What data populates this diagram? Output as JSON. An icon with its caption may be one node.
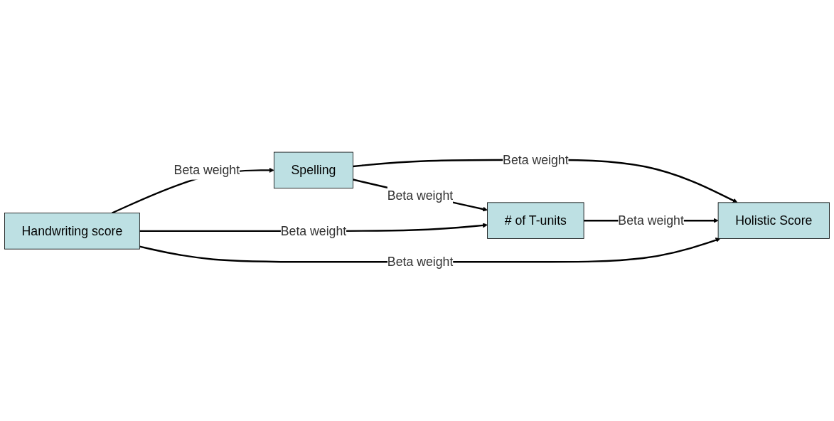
{
  "diagram": {
    "nodes": [
      {
        "text": [
          "Spelling"
        ]
      },
      {
        "text": [
          "# of T-units"
        ]
      },
      {
        "text": [
          "Holistic Score"
        ]
      },
      {
        "text": [
          "Handwriting score"
        ]
      }
    ],
    "edges": [
      {
        "from": 3,
        "to": 0,
        "arrow": "to",
        "label": "Beta weight"
      },
      {
        "from": 0,
        "to": 2,
        "arrow": "to",
        "label": "Beta weight"
      },
      {
        "from": 0,
        "to": 1,
        "arrow": "to",
        "label": "Beta weight"
      },
      {
        "from": 1,
        "to": 2,
        "arrow": "to",
        "label": "Beta weight"
      },
      {
        "from": 3,
        "to": 1,
        "arrow": "to",
        "label": "Beta weight"
      },
      {
        "from": 3,
        "to": 2,
        "arrow": "to",
        "label": "Beta weight"
      }
    ]
  }
}
